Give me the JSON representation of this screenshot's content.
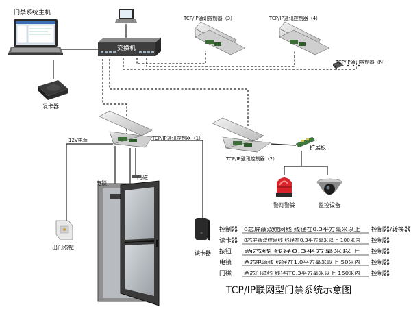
{
  "host": {
    "label": "门禁系统主机"
  },
  "card_issuer": {
    "label": "发卡器"
  },
  "switch": {
    "label": "交换机"
  },
  "controllers": {
    "c3": "TCP/IP通讯控制器（3）",
    "c4": "TCP/IP通讯控制器（4）",
    "cn": "TCP/IP通讯控制器（N）",
    "c1": "TCP/IP通讯控制器（1）",
    "c2": "TCP/IP通讯控制器（2）"
  },
  "power": {
    "label": "12V电源"
  },
  "expansion": {
    "label": "扩展板"
  },
  "alarm": {
    "label": "警灯警铃"
  },
  "camera": {
    "label": "监控设备"
  },
  "door": {
    "magnet_label": "门磁",
    "lock_label": "电锁"
  },
  "exit_button": {
    "label": "出门按钮"
  },
  "card_reader": {
    "label": "读卡器"
  },
  "legend": [
    {
      "name": "控制器",
      "desc": "8芯屏蔽双绞网线  线径在0.3平方毫米以上",
      "target": "控制器/转换器"
    },
    {
      "name": "读卡器",
      "desc": "8芯屏蔽双绞网线  线径在0.3平方毫米以上  100米内",
      "target": "控制器"
    },
    {
      "name": "按钮",
      "desc": "两芯线  线径0.3平方毫米以上",
      "target": "控制器"
    },
    {
      "name": "电锁",
      "desc": "两芯电源线  线径在1.0平方毫米以上  50米内",
      "target": "控制器"
    },
    {
      "name": "门磁",
      "desc": "两芯门磁线  线径在0.3平方毫米以上  150米内",
      "target": "控制器"
    }
  ],
  "title": "TCP/IP联网型门禁系统示意图"
}
